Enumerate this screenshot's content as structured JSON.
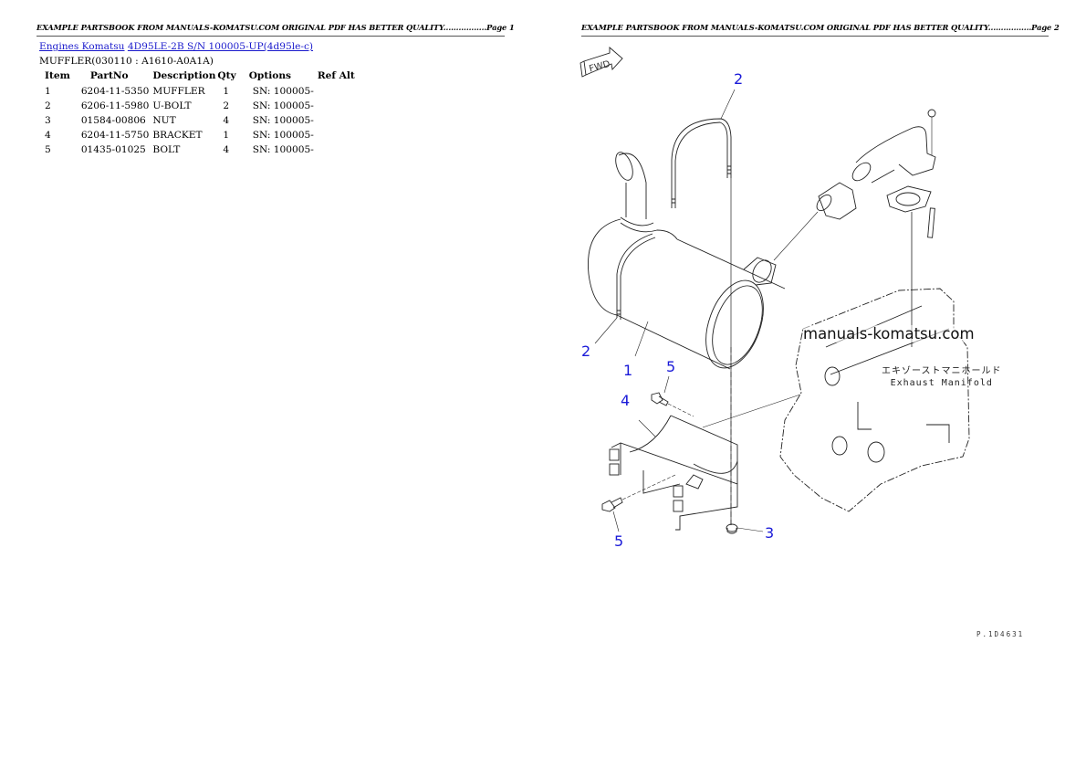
{
  "pages": [
    {
      "header": "EXAMPLE PARTSBOOK FROM MANUALS-KOMATSU.COM ORIGINAL PDF HAS BETTER QUALITY.................Page 1"
    },
    {
      "header": "EXAMPLE PARTSBOOK FROM MANUALS-KOMATSU.COM ORIGINAL PDF HAS BETTER QUALITY.................Page 2"
    }
  ],
  "breadcrumb": {
    "links": [
      {
        "label": "Engines Komatsu"
      },
      {
        "label": "4D95LE-2B S/N 100005-UP(4d95le-c)"
      }
    ]
  },
  "section_title": "MUFFLER(030110 : A1610-A0A1A)",
  "parts_table": {
    "columns": [
      "Item",
      "PartNo",
      "Description",
      "Qty",
      "Options",
      "Ref Alt"
    ],
    "rows": [
      {
        "item": "1",
        "part_no": "6204-11-5350",
        "description": "MUFFLER",
        "qty": "1",
        "options": "SN: 100005-",
        "ref_alt": ""
      },
      {
        "item": "2",
        "part_no": "6206-11-5980",
        "description": "U-BOLT",
        "qty": "2",
        "options": "SN: 100005-",
        "ref_alt": ""
      },
      {
        "item": "3",
        "part_no": "01584-00806",
        "description": "NUT",
        "qty": "4",
        "options": "SN: 100005-",
        "ref_alt": ""
      },
      {
        "item": "4",
        "part_no": "6204-11-5750",
        "description": "BRACKET",
        "qty": "1",
        "options": "SN: 100005-",
        "ref_alt": ""
      },
      {
        "item": "5",
        "part_no": "01435-01025",
        "description": "BOLT",
        "qty": "4",
        "options": "SN: 100005-",
        "ref_alt": ""
      }
    ]
  },
  "diagram": {
    "fwd_label": "FWD",
    "callouts": [
      {
        "label": "2",
        "part": "U-BOLT (top)"
      },
      {
        "label": "2",
        "part": "U-BOLT (left)"
      },
      {
        "label": "1",
        "part": "MUFFLER"
      },
      {
        "label": "5",
        "part": "BOLT (top)"
      },
      {
        "label": "4",
        "part": "BRACKET"
      },
      {
        "label": "5",
        "part": "BOLT (bottom)"
      },
      {
        "label": "3",
        "part": "NUT"
      }
    ],
    "watermark": "manuals-komatsu.com",
    "engine_label_jp": "エキゾーストマニホールド",
    "engine_label_en": "Exhaust Manifold",
    "figure_code": "P.1D4631",
    "callout_color": "#1a1ad8"
  }
}
